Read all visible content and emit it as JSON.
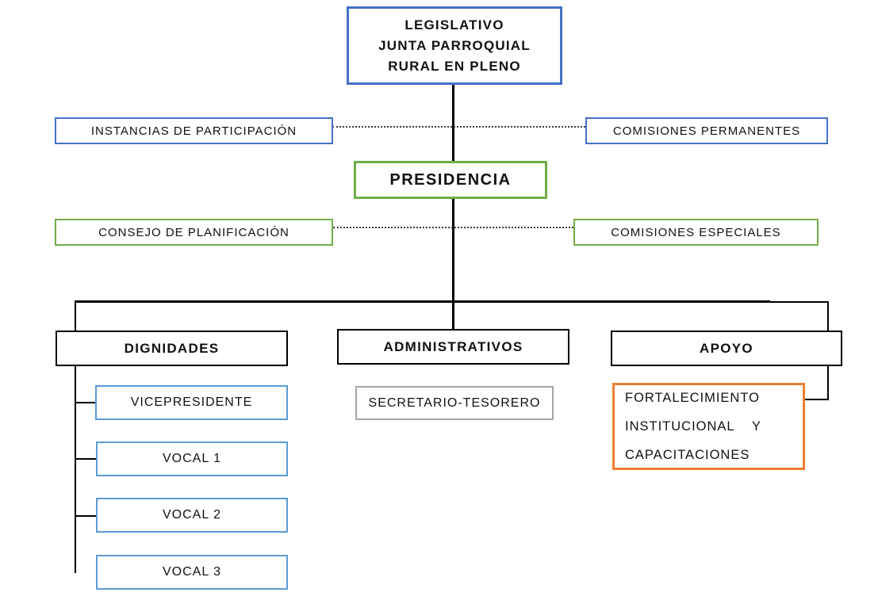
{
  "nodes": {
    "legislativo": {
      "label": "LEGISLATIVO\nJUNTA PARROQUIAL\nRURAL EN PLENO"
    },
    "instancias": {
      "label": "INSTANCIAS DE PARTICIPACIÓN"
    },
    "comisiones_permanentes": {
      "label": "COMISIONES PERMANENTES"
    },
    "presidencia": {
      "label": "PRESIDENCIA"
    },
    "consejo_planificacion": {
      "label": "CONSEJO DE PLANIFICACIÓN"
    },
    "comisiones_especiales": {
      "label": "COMISIONES ESPECIALES"
    },
    "dignidades": {
      "label": "DIGNIDADES"
    },
    "administrativos": {
      "label": "ADMINISTRATIVOS"
    },
    "apoyo": {
      "label": "APOYO"
    },
    "vicepresidente": {
      "label": "VICEPRESIDENTE"
    },
    "vocal1": {
      "label": "VOCAL 1"
    },
    "vocal2": {
      "label": "VOCAL 2"
    },
    "vocal3": {
      "label": "VOCAL 3"
    },
    "secretario_tesorero": {
      "label": "SECRETARIO-TESORERO"
    },
    "fortalecimiento": {
      "label": "FORTALECIMIENTO\nINSTITUCIONAL    Y\nCAPACITACIONES"
    }
  },
  "edges": [
    {
      "from": "legislativo",
      "to": "presidencia",
      "style": "solid"
    },
    {
      "from": "instancias",
      "to": "comisiones_permanentes",
      "style": "dotted"
    },
    {
      "from": "consejo_planificacion",
      "to": "comisiones_especiales",
      "style": "dotted"
    },
    {
      "from": "presidencia",
      "to": "dignidades",
      "style": "solid"
    },
    {
      "from": "presidencia",
      "to": "administrativos",
      "style": "solid"
    },
    {
      "from": "presidencia",
      "to": "apoyo",
      "style": "solid"
    },
    {
      "from": "dignidades",
      "to": "vicepresidente",
      "style": "solid"
    },
    {
      "from": "dignidades",
      "to": "vocal1",
      "style": "solid"
    },
    {
      "from": "dignidades",
      "to": "vocal2",
      "style": "solid"
    },
    {
      "from": "dignidades",
      "to": "vocal3",
      "style": "solid"
    },
    {
      "from": "apoyo",
      "to": "fortalecimiento",
      "style": "solid"
    }
  ],
  "colors": {
    "blue_border": "#4472C4",
    "green_border": "#70AD47",
    "light_blue_border": "#5B9BD5",
    "orange_border": "#ED7D31",
    "gray_border": "#A6A6A6",
    "black_border": "#000000",
    "text": "#111111",
    "background": "#FFFFFF"
  }
}
